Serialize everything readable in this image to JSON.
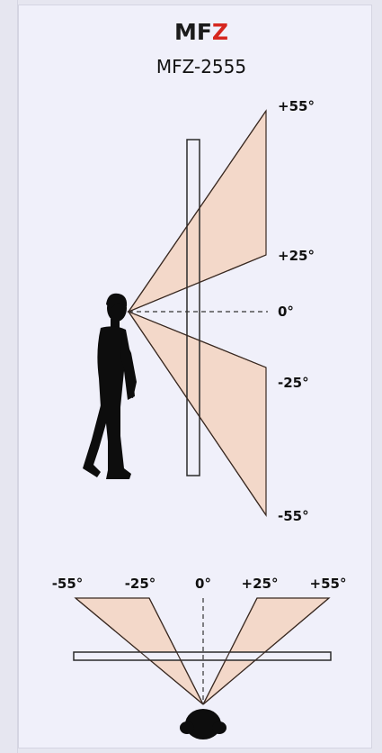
{
  "brand": {
    "prefix": "MF",
    "suffix": "Z",
    "model": "MFZ-2555"
  },
  "side_view": {
    "angles": {
      "top": "+55°",
      "upper": "+25°",
      "center": "0°",
      "lower": "-25°",
      "bottom": "-55°"
    }
  },
  "top_view": {
    "angles": [
      "-55°",
      "-25°",
      "0°",
      "+25°",
      "+55°"
    ]
  },
  "colors": {
    "viewing_zone": "#f3d8c9",
    "brand_accent": "#d6271f",
    "background": "#f0f0fa"
  }
}
